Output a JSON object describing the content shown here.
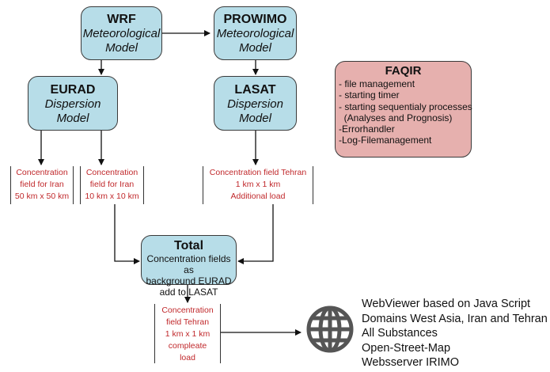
{
  "nodes": {
    "wrf": {
      "title": "WRF",
      "sub1": "Meteorological",
      "sub2": "Model"
    },
    "prowimo": {
      "title": "PROWIMO",
      "sub1": "Meteorological",
      "sub2": "Model"
    },
    "eurad": {
      "title": "EURAD",
      "sub1": "Dispersion",
      "sub2": "Model"
    },
    "lasat": {
      "title": "LASAT",
      "sub1": "Dispersion",
      "sub2": "Model"
    },
    "total": {
      "title": "Total",
      "lines": [
        "Concentration fields as",
        "background EURAD",
        "add to LASAT"
      ]
    }
  },
  "faqir": {
    "title": "FAQIR",
    "items": [
      "- file management",
      "- starting timer",
      "- starting sequentialy processes",
      "  (Analyses and Prognosis)",
      "-Errorhandler",
      "-Log-Filemanagement"
    ]
  },
  "outputs": {
    "iran50": [
      "Concentration",
      "field for Iran",
      "50 km x 50 km"
    ],
    "iran10": [
      "Concentration",
      "field for Iran",
      "10 km x 10 km"
    ],
    "tehran_additional": [
      "Concentration field Tehran",
      "1 km x 1 km",
      "Additional load"
    ],
    "tehran_complete": [
      "Concentration",
      "field Tehran",
      "1 km x 1 km",
      "compleate",
      "load"
    ]
  },
  "viewer": {
    "icon": "globe-icon",
    "lines": [
      "WebViewer based on Java Script",
      "Domains West Asia, Iran and Tehran",
      "All Substances",
      "Open-Street-Map",
      "Websserver IRIMO"
    ]
  },
  "colors": {
    "node_fill": "#b7dde8",
    "faqir_fill": "#e6b0ae",
    "output_text": "#c0282b"
  }
}
